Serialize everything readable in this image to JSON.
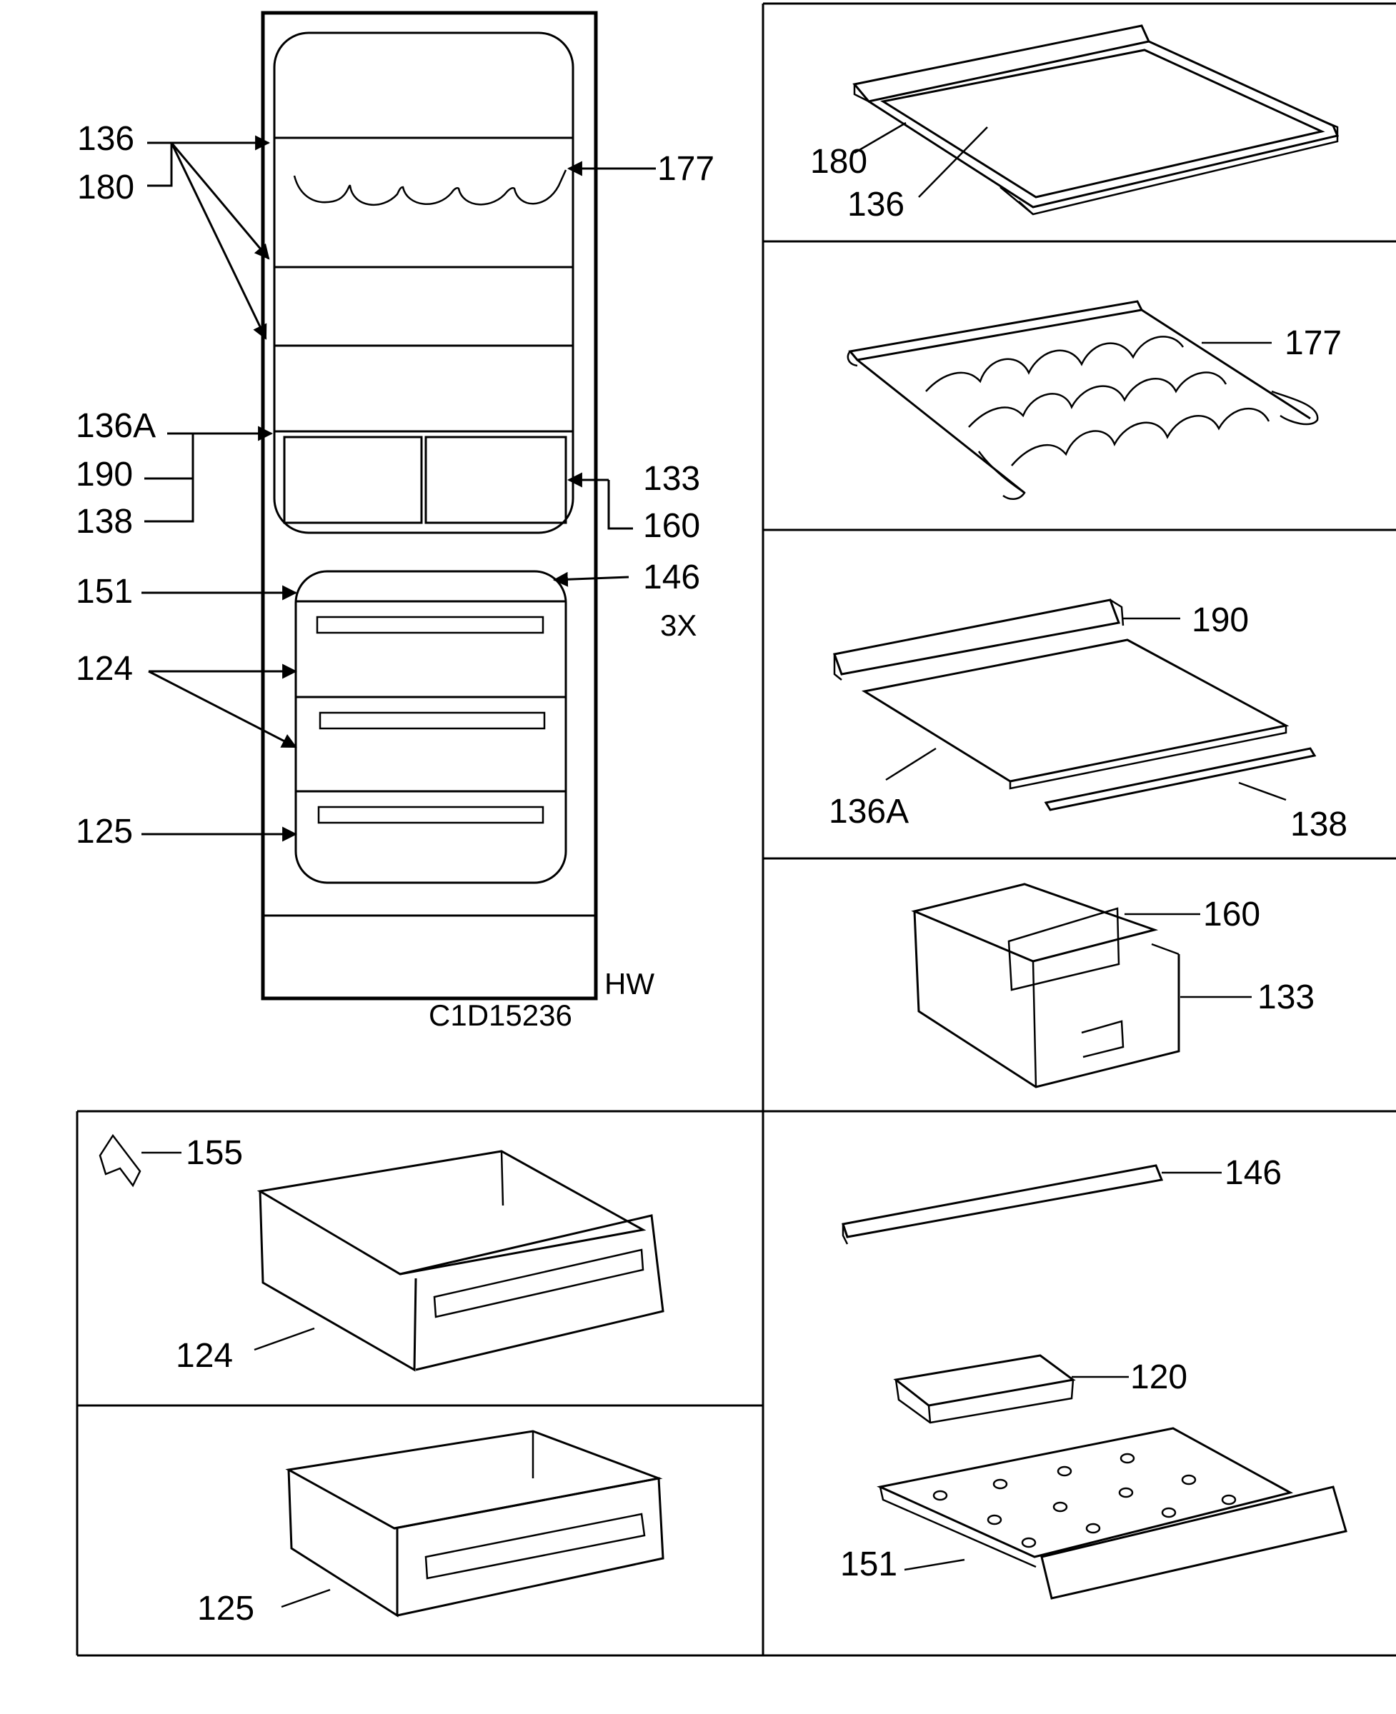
{
  "diagram_code": "C1D15236",
  "model_code": "HW",
  "overview": {
    "left_callouts": [
      "136",
      "180",
      "136A",
      "190",
      "138",
      "151",
      "124",
      "125"
    ],
    "right_callouts": [
      "177",
      "133",
      "160",
      "146"
    ],
    "quantity_note": "3X"
  },
  "panels": {
    "shelf": {
      "labels": [
        "180",
        "136"
      ]
    },
    "wine_rack": {
      "labels": [
        "177"
      ]
    },
    "glass_shelf": {
      "labels": [
        "190",
        "136A",
        "138"
      ]
    },
    "bin": {
      "labels": [
        "160",
        "133"
      ]
    },
    "drawer_124": {
      "labels": [
        "155",
        "124"
      ]
    },
    "drawer_125": {
      "labels": [
        "125"
      ]
    },
    "freezer": {
      "labels": [
        "146",
        "120",
        "151"
      ]
    }
  },
  "colors": {
    "line": "#000000",
    "background": "#ffffff"
  }
}
